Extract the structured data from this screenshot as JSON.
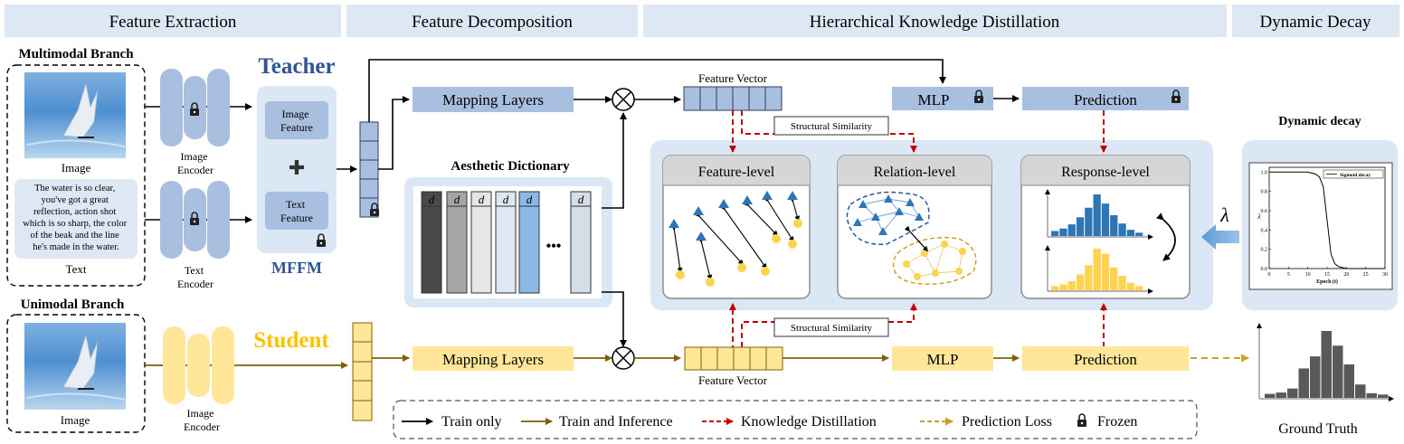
{
  "headers": {
    "feature_extraction": "Feature Extraction",
    "feature_decomposition": "Feature Decomposition",
    "hkd": "Hierarchical Knowledge Distillation",
    "dynamic_decay": "Dynamic Decay"
  },
  "multimodal": {
    "title": "Multimodal Branch",
    "image_label": "Image",
    "text_label": "Text",
    "caption_lines": [
      "The water is so clear,",
      "you've got a great",
      "reflection, action shot",
      "which is so sharp, the color",
      "of the beak and the line",
      "he's made in the water."
    ]
  },
  "unimodal": {
    "title": "Unimodal Branch",
    "image_label": "Image"
  },
  "teacher": {
    "title": "Teacher",
    "image_encoder": [
      "Image",
      "Encoder"
    ],
    "text_encoder": [
      "Text",
      "Encoder"
    ],
    "mffm": "MFFM",
    "image_feature": [
      "Image",
      "Feature"
    ],
    "text_feature": [
      "Text",
      "Feature"
    ],
    "plus": "✚",
    "mapping_layers": "Mapping Layers",
    "feature_vector": "Feature Vector",
    "mlp": "MLP",
    "prediction": "Prediction"
  },
  "student": {
    "title": "Student",
    "image_encoder": [
      "Image",
      "Encoder"
    ],
    "mapping_layers": "Mapping Layers",
    "feature_vector": "Feature Vector",
    "mlp": "MLP",
    "prediction": "Prediction"
  },
  "dictionary": {
    "title": "Aesthetic Dictionary",
    "atom_label": "d",
    "ellipsis": "•••",
    "colors": [
      "#4a4a4a",
      "#a5a5a5",
      "#e6e6e6",
      "#dfe7f3",
      "#bfd4ee",
      "#8cb8e6",
      "#d5dde8"
    ]
  },
  "distill": {
    "structural_similarity": "Structural Similarity",
    "feature_level": "Feature-level",
    "relation_level": "Relation-level",
    "response_level": "Response-level"
  },
  "teacher_hist": [
    0.12,
    0.18,
    0.28,
    0.45,
    0.68,
    1.0,
    0.78,
    0.5,
    0.3,
    0.15,
    0.08
  ],
  "student_hist": [
    0.1,
    0.14,
    0.22,
    0.38,
    0.6,
    1.0,
    0.88,
    0.55,
    0.35,
    0.18,
    0.1
  ],
  "decay": {
    "title": "Dynamic decay",
    "lambda": "λ",
    "legend": "Sigmoid decay",
    "xlabel": "Epoch (t)",
    "ylabel": "λ",
    "xticks": [
      "0",
      "5",
      "10",
      "15",
      "20",
      "25",
      "30"
    ],
    "yticks": [
      "0.0",
      "0.2",
      "0.4",
      "0.6",
      "0.8",
      "1.0"
    ]
  },
  "decay_curve": {
    "t": [
      0,
      5,
      10,
      12,
      13,
      14,
      15,
      16,
      17,
      18,
      20,
      25,
      30
    ],
    "lambda": [
      1.0,
      1.0,
      1.0,
      0.98,
      0.95,
      0.85,
      0.5,
      0.15,
      0.05,
      0.02,
      0.0,
      0.0,
      0.0
    ]
  },
  "ground_truth": {
    "label": "Ground Truth",
    "values": [
      0.06,
      0.08,
      0.14,
      0.44,
      0.62,
      1.0,
      0.78,
      0.5,
      0.2,
      0.07,
      0.05
    ]
  },
  "legend": {
    "train_only": "Train only",
    "train_inference": "Train and Inference",
    "kd": "Knowledge Distillation",
    "pred_loss": "Prediction Loss",
    "frozen": "Frozen"
  },
  "colors": {
    "header_bg": "#dde8f4",
    "blue_fill": "#a9bfdf",
    "blue_light": "#c9d9ee",
    "panel_bg": "#dbe7f4",
    "teacher_blue": "#2f5597",
    "student_yellow": "#ffd966",
    "student_fill": "#ffe699",
    "gold_line": "#806000",
    "kd_red": "#c00000",
    "pred_gold": "#c9a227",
    "hist_blue": "#2e75b6",
    "hist_yellow": "#ffd34f",
    "gt_gray": "#595959"
  }
}
